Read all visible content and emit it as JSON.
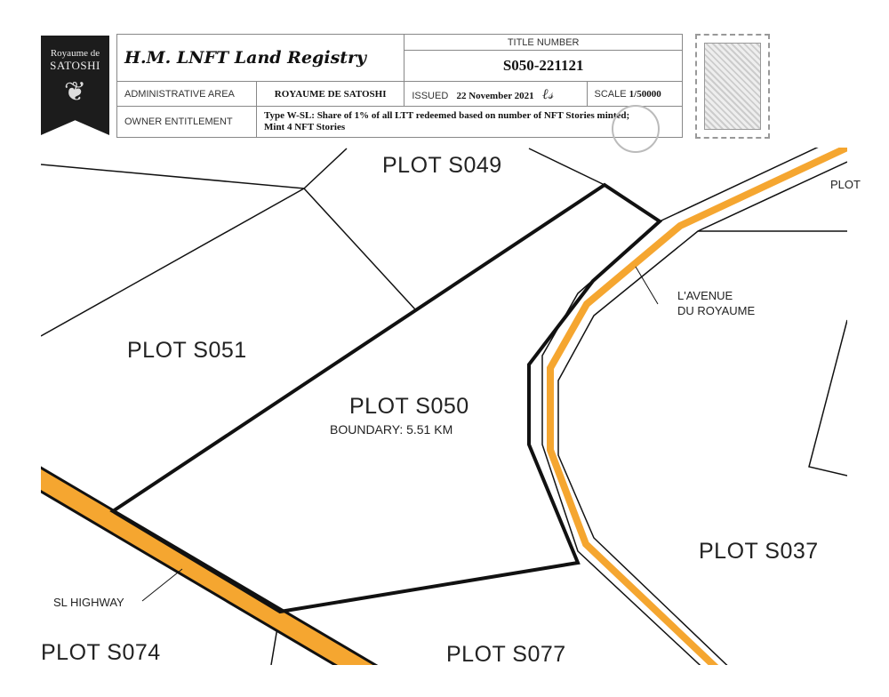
{
  "logo": {
    "line1": "Royaume de",
    "line2": "SATOSHI"
  },
  "header": {
    "title": "H.M. LNFT Land Registry",
    "title_number_label": "TITLE NUMBER",
    "title_number": "S050-221121",
    "admin_area_label": "ADMINISTRATIVE AREA",
    "admin_area": "ROYAUME DE SATOSHI",
    "issued_label": "ISSUED",
    "issued": "22 November 2021",
    "scale_label": "SCALE",
    "scale": "1/50000",
    "owner_label": "OWNER ENTITLEMENT",
    "owner_line1": "Type W-SL: Share of 1% of all LTT redeemed based on number of NFT Stories minted;",
    "owner_line2": "Mint 4 NFT Stories"
  },
  "map": {
    "plots": {
      "s049": "PLOT S049",
      "s051": "PLOT S051",
      "s050": "PLOT S050",
      "s037": "PLOT S037",
      "s077": "PLOT S077",
      "s074": "PLOT S074",
      "right": "PLOT"
    },
    "boundary": "BOUNDARY: 5.51 KM",
    "roads": {
      "avenue1": "L'AVENUE",
      "avenue2": "DU ROYAUME",
      "highway": "SL HIGHWAY"
    },
    "road_color": "#f5a630"
  }
}
